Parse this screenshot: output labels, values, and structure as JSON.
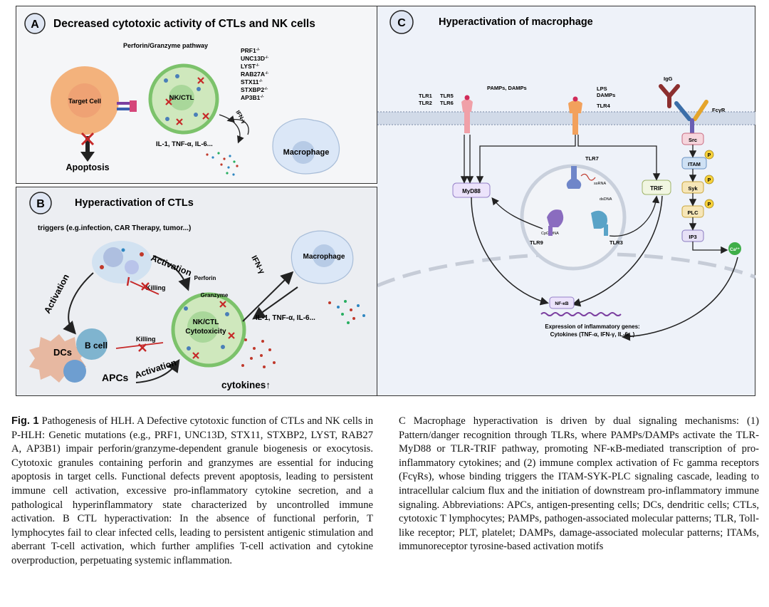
{
  "panel_a": {
    "letter": "A",
    "title": "Decreased cytotoxic activity of CTLs and NK cells",
    "pathway": "Perforin/Granzyme pathway",
    "genes": [
      "PRF1",
      "UNC13D",
      "LYST",
      "RAB27A",
      "STX11",
      "STXBP2",
      "AP3B1"
    ],
    "gene_superscript": "-/-",
    "target_cell": "Target Cell",
    "effector": "NK/CTL",
    "apoptosis": "Apoptosis",
    "ifn": "IFN-γ",
    "cytokines": "IL-1, TNF-α, IL-6...",
    "macrophage": "Macrophage"
  },
  "panel_b": {
    "letter": "B",
    "title": "Hyperactivation of CTLs",
    "triggers": "triggers (e.g.infection, CAR Therapy, tumor...)",
    "activation": "Activation",
    "killing": "Killing",
    "macrophage": "Macrophage",
    "ifn": "IFN-γ",
    "perforin": "Perforin",
    "granzyme": "Granzyme",
    "effector_line1": "NK/CTL",
    "effector_line2": "Cytotoxicity",
    "cytokines_line": "IL-1, TNF-α, IL-6...",
    "dcs": "DCs",
    "bcell": "B cell",
    "apcs": "APCs",
    "cytokines_up": "cytokines↑"
  },
  "panel_c": {
    "letter": "C",
    "title": "Hyperactivation of macrophage",
    "tlr_left": [
      "TLR1",
      "TLR2"
    ],
    "tlr_right": [
      "TLR5",
      "TLR6"
    ],
    "pamps_damps": "PAMPs, DAMPs",
    "lps": "LPS",
    "damps": "DAMPs",
    "tlr4": "TLR4",
    "igg": "IgG",
    "fcyr": "FcγR",
    "tlr7": "TLR7",
    "ssrna": "ssRNA",
    "dsdna": "dsDNA",
    "cpg": "CpG-DNA",
    "tlr9": "TLR9",
    "tlr3": "TLR3",
    "myd88": "MyD88",
    "trif": "TRIF",
    "src": "Src",
    "itam": "ITAM",
    "syk": "Syk",
    "plc": "PLC",
    "ip3": "IP3",
    "phospho": "P",
    "ca": "Ca²⁺",
    "nfkb": "NF-κB",
    "expr_line1": "Expression of inflammatory genes:",
    "expr_line2": "Cytokines (TNF-α, IFN-γ, IL-6...)"
  },
  "caption": {
    "label": "Fig. 1",
    "left": "Pathogenesis of HLH. A Defective cytotoxic function of CTLs and NK cells in P-HLH: Genetic mutations (e.g., PRF1, UNC13D, STX11, STXBP2, LYST, RAB27 A, AP3B1) impair perforin/granzyme-dependent granule biogenesis or exocytosis. Cytotoxic granules containing perforin and granzymes are essential for inducing apoptosis in target cells. Functional defects prevent apoptosis, leading to persistent immune cell activation, excessive pro-inflammatory cytokine secretion, and a pathological hyperinflammatory state characterized by uncontrolled immune activation. B CTL hyperactivation: In the absence of functional perforin, T lymphocytes fail to clear infected cells, leading to persistent antigenic stimulation and aberrant T-cell activation, which further amplifies T-cell activation and cytokine overproduction, perpetuating systemic inflammation.",
    "right": "C Macrophage hyperactivation is driven by dual signaling mechanisms: (1) Pattern/danger recognition through TLRs, where PAMPs/DAMPs activate the TLR-MyD88 or TLR-TRIF pathway, promoting NF-κB-mediated transcription of pro-inflammatory cytokines; and (2) immune complex activation of Fc gamma receptors (FcγRs), whose binding triggers the ITAM-SYK-PLC signaling cascade, leading to intracellular calcium flux and the initiation of downstream pro-inflammatory immune signaling. Abbreviations: APCs, antigen-presenting cells; DCs, dendritic cells; CTLs, cytotoxic T lymphocytes; PAMPs, pathogen-associated molecular patterns; TLR, Toll-like receptor; PLT, platelet; DAMPs, damage-associated molecular patterns; ITAMs, immunoreceptor tyrosine-based activation motifs"
  },
  "colors": {
    "target_cell": "#f3b27c",
    "effector_cell": "#cfe8bd",
    "effector_ring": "#7cc26b",
    "macrophage": "#dbe7f7",
    "membrane": "#c9d3e3",
    "tlr_pink": "#f0a0a8",
    "tlr_orange": "#f2a15c",
    "myd88_box": "#ece3fb",
    "phospho": "#f6d13b",
    "ca": "#3fae49"
  }
}
